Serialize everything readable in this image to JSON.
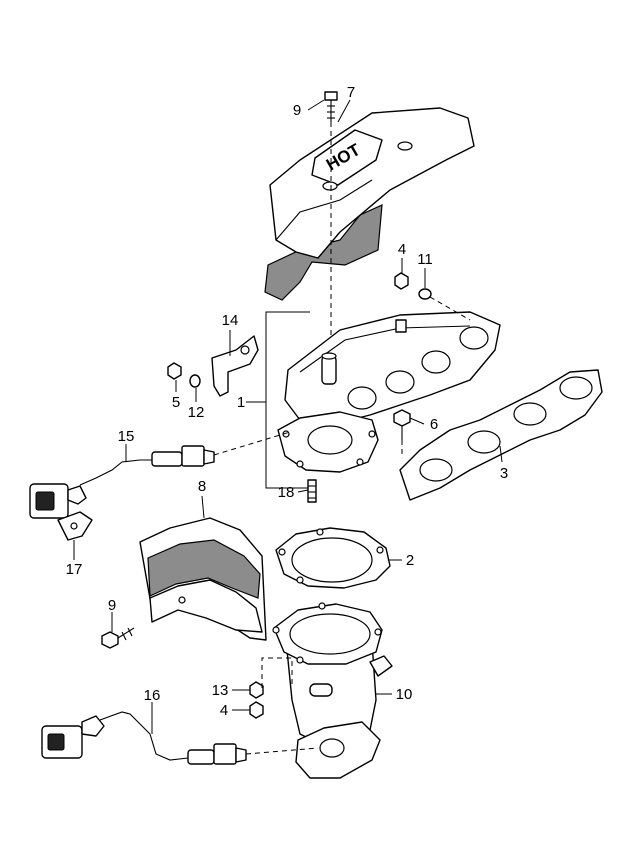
{
  "callouts": [
    {
      "id": "c1",
      "label": "1"
    },
    {
      "id": "c2",
      "label": "2"
    },
    {
      "id": "c3",
      "label": "3"
    },
    {
      "id": "c4a",
      "label": "4"
    },
    {
      "id": "c4b",
      "label": "4"
    },
    {
      "id": "c5",
      "label": "5"
    },
    {
      "id": "c6",
      "label": "6"
    },
    {
      "id": "c7",
      "label": "7"
    },
    {
      "id": "c8",
      "label": "8"
    },
    {
      "id": "c9a",
      "label": "9"
    },
    {
      "id": "c9b",
      "label": "9"
    },
    {
      "id": "c10",
      "label": "10"
    },
    {
      "id": "c11",
      "label": "11"
    },
    {
      "id": "c12",
      "label": "12"
    },
    {
      "id": "c13",
      "label": "13"
    },
    {
      "id": "c14",
      "label": "14"
    },
    {
      "id": "c15",
      "label": "15"
    },
    {
      "id": "c16",
      "label": "16"
    },
    {
      "id": "c17",
      "label": "17"
    },
    {
      "id": "c18",
      "label": "18"
    }
  ],
  "heat_shield_embossing": "HOT",
  "colors": {
    "line": "#000000",
    "shade": "#8c8c8c",
    "background": "#ffffff"
  }
}
